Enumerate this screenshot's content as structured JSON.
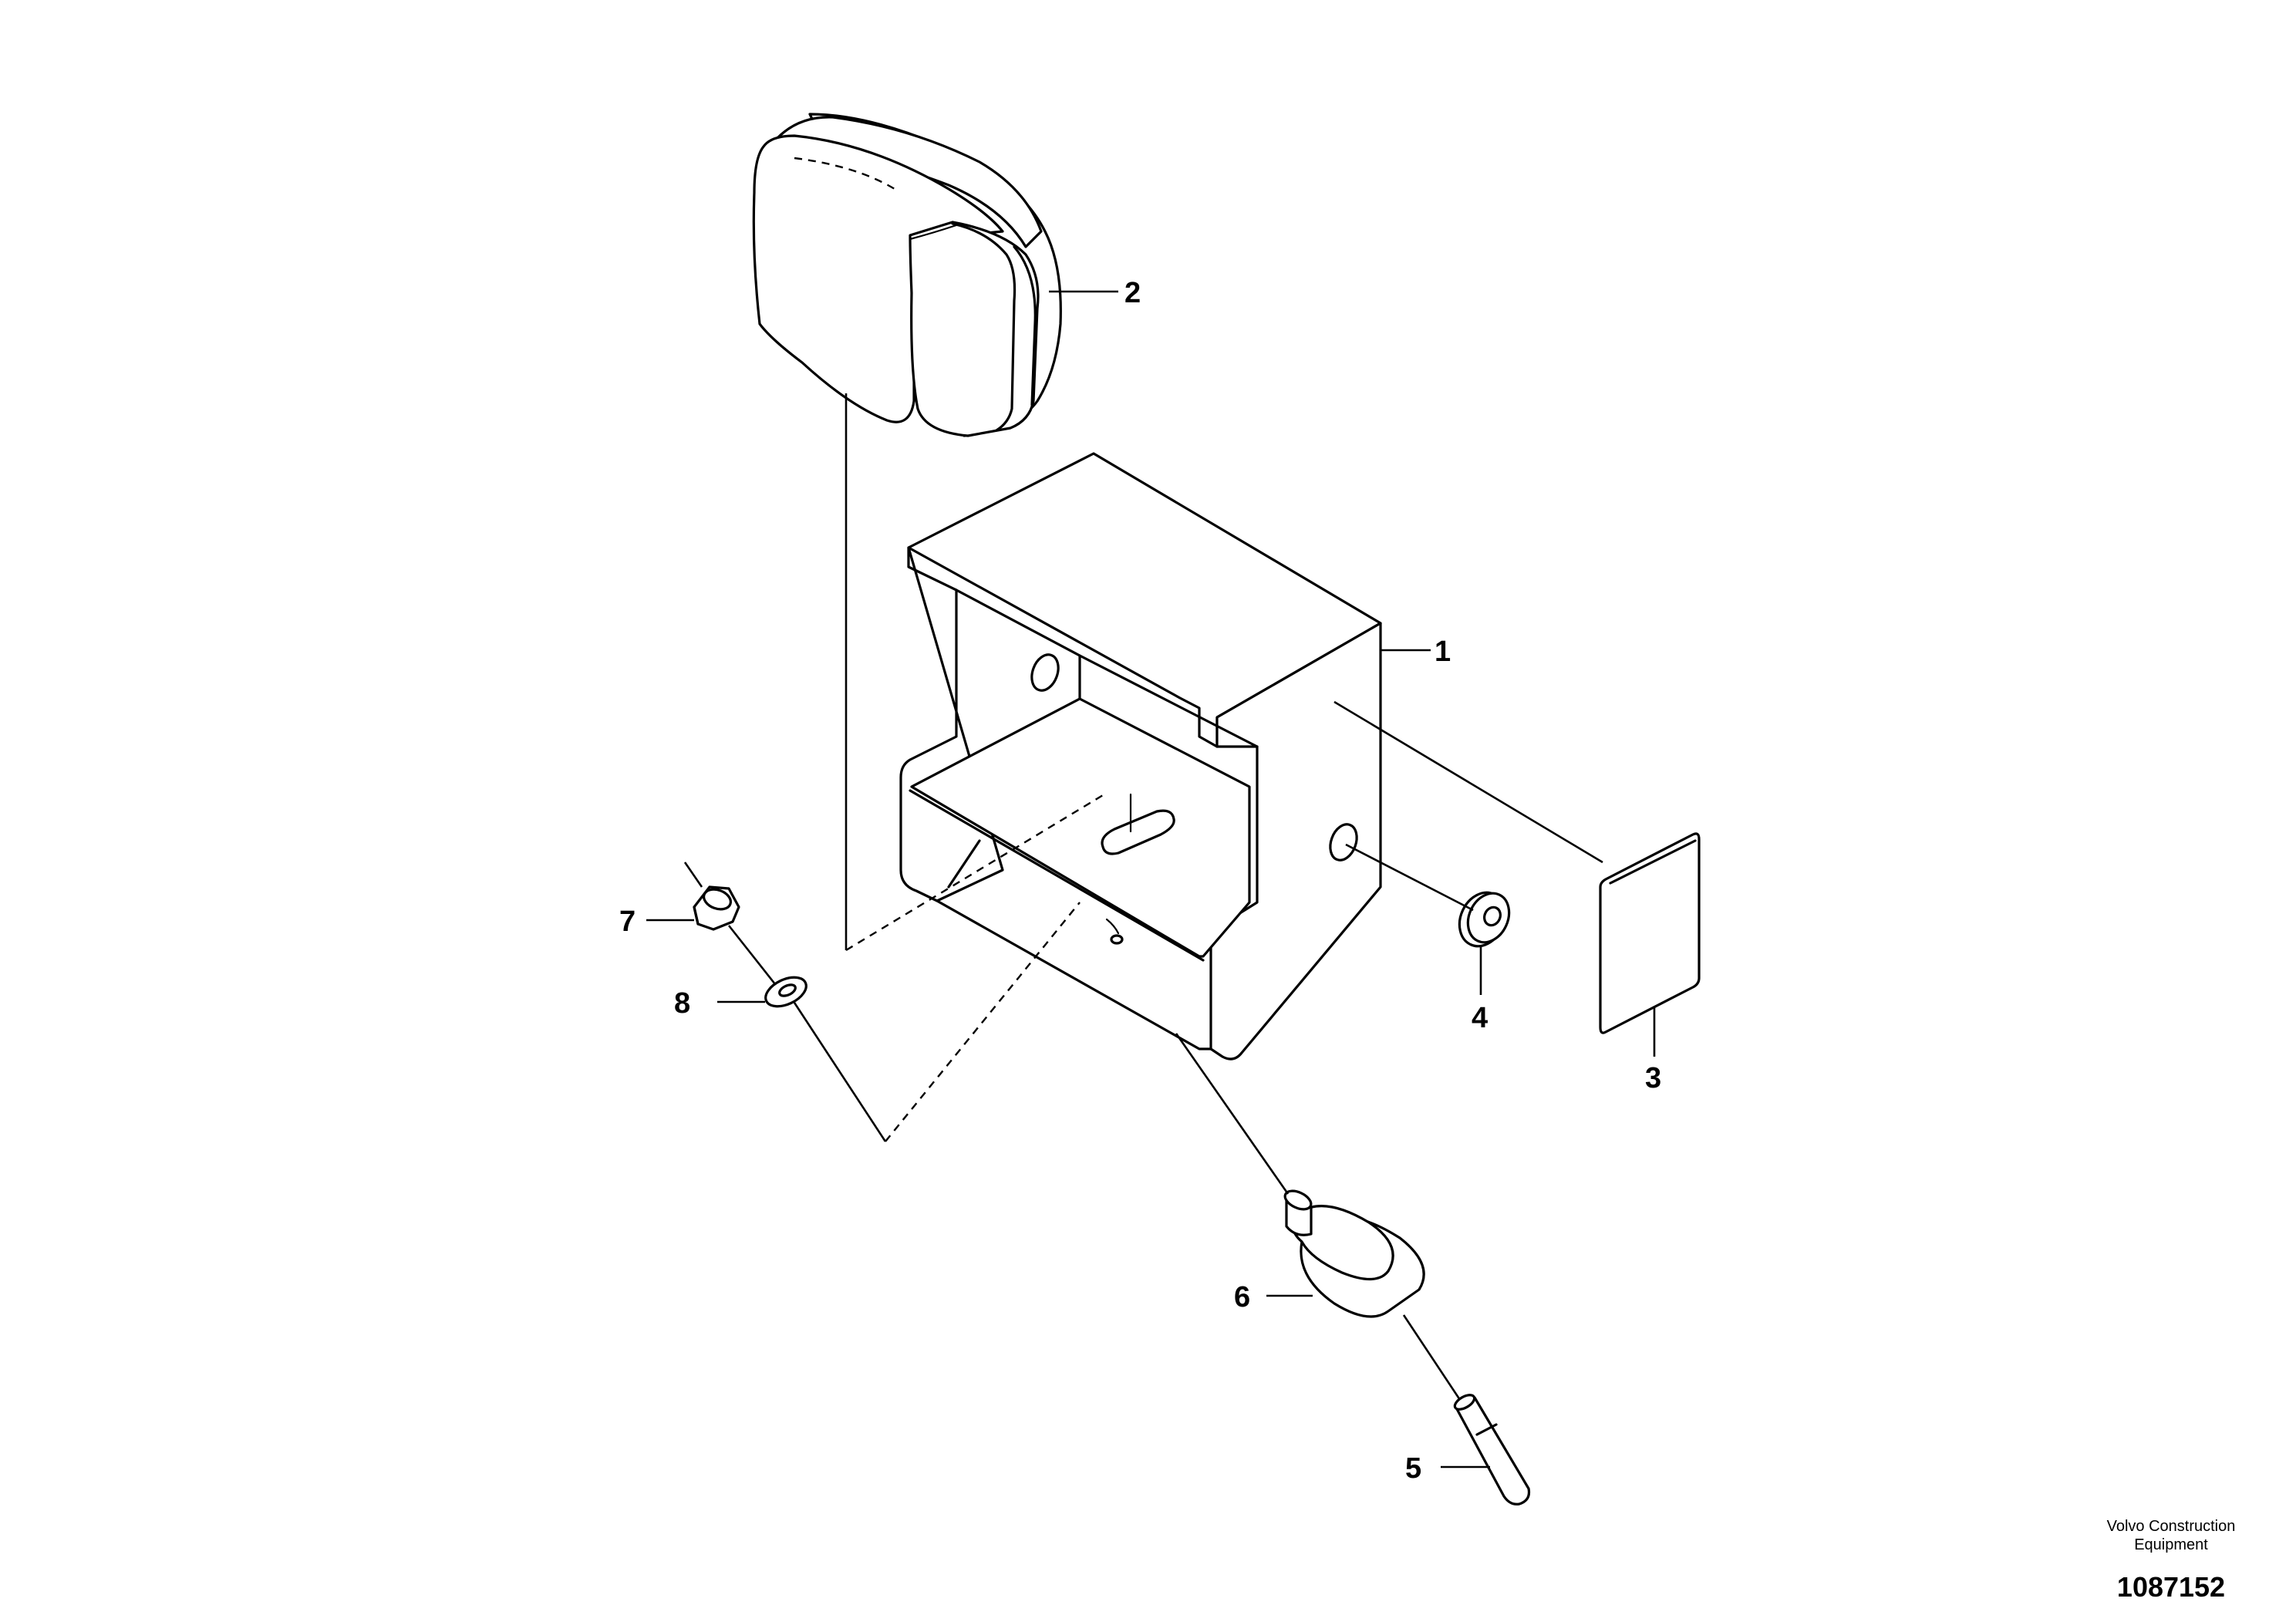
{
  "figure": {
    "callouts": [
      "1",
      "2",
      "3",
      "4",
      "5",
      "6",
      "7",
      "8"
    ]
  },
  "footer": {
    "brand_line1": "Volvo Construction",
    "brand_line2": "Equipment",
    "document_number": "1087152"
  }
}
